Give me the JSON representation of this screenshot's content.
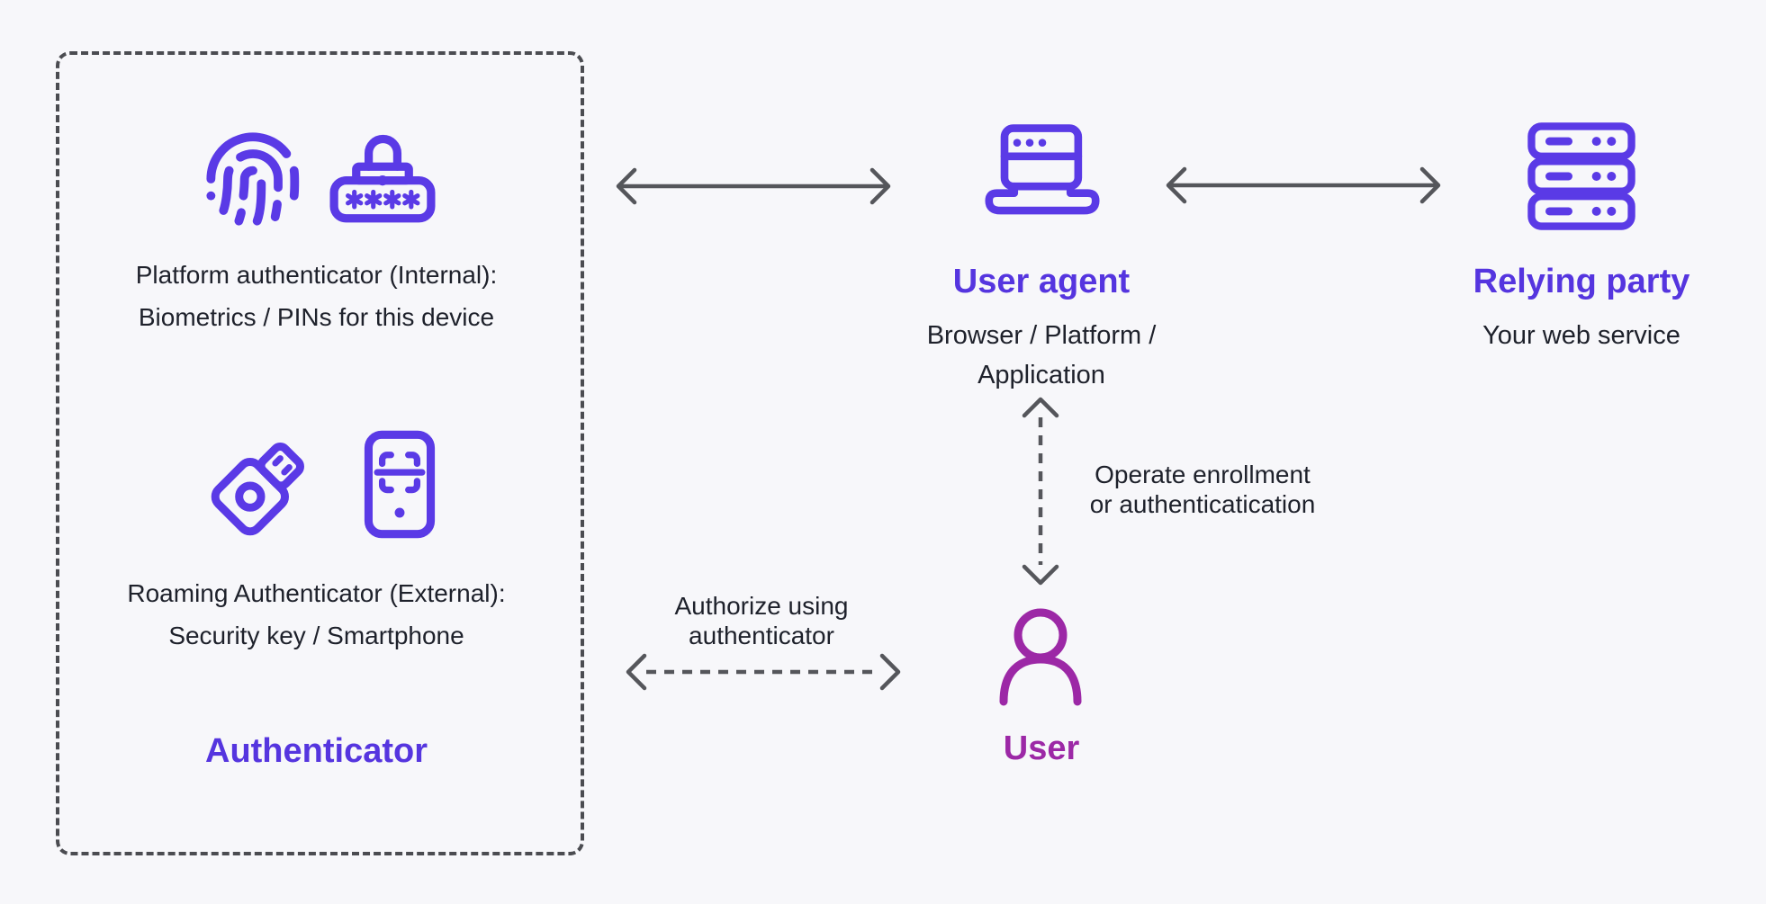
{
  "diagram": {
    "authenticator": {
      "title": "Authenticator",
      "platform_line1": "Platform authenticator (Internal):",
      "platform_line2": "Biometrics / PINs for this device",
      "roaming_line1": "Roaming Authenticator (External):",
      "roaming_line2": "Security key / Smartphone"
    },
    "user_agent": {
      "title": "User agent",
      "subtitle": "Browser / Platform / Application"
    },
    "relying_party": {
      "title": "Relying party",
      "subtitle": "Your web service"
    },
    "user": {
      "title": "User"
    },
    "connections": {
      "authenticator_useragent": {
        "style": "solid-double-arrow",
        "label": ""
      },
      "useragent_relyingparty": {
        "style": "solid-double-arrow",
        "label": ""
      },
      "useragent_user": {
        "style": "dashed-double-arrow",
        "label_line1": "Operate enrollment",
        "label_line2": "or authenticatication"
      },
      "authenticator_user": {
        "style": "dashed-double-arrow",
        "label_line1": "Authorize using",
        "label_line2": "authenticator"
      }
    },
    "icons": {
      "fingerprint-icon": "fingerprint ridges, purple stroke",
      "password-lock-icon": "padlock over pill box with four asterisks",
      "usb-key-icon": "security usb key rotated 45deg with circle",
      "smartphone-scan-icon": "phone with scan-frame and home dot",
      "browser-icon": "browser window with three dots on laptop base",
      "server-icon": "three stacked server racks with pill and dots",
      "person-icon": "head circle with shoulder arc"
    },
    "colors": {
      "background": "#F7F7FA",
      "purple_icon": "#5A3AE6",
      "purple_heading": "#5535DF",
      "magenta": "#9C28A6",
      "arrow_gray": "#55565B",
      "text_dark": "#1E212B",
      "box_border": "#4B4C51"
    }
  }
}
